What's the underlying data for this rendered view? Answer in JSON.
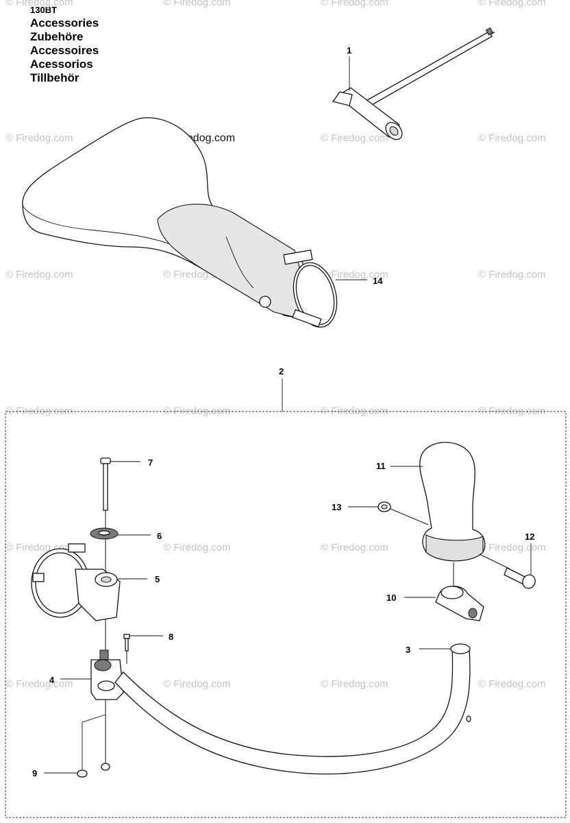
{
  "header": {
    "model": "130BT",
    "titles": [
      "Accessories",
      "Zubehöre",
      "Accessoires",
      "Acessorios",
      "Tillbehör"
    ]
  },
  "copyright": "© Firedog.com",
  "watermark": "© Firedog.com",
  "callouts": {
    "c1": "1",
    "c2": "2",
    "c3": "3",
    "c4": "4",
    "c5": "5",
    "c6": "6",
    "c7": "7",
    "c8": "8",
    "c9": "9",
    "c10": "10",
    "c11": "11",
    "c12": "12",
    "c13": "13",
    "c14": "14"
  },
  "parts": {
    "p1": "wrench",
    "p2": "handle-assembly-group",
    "p3": "handle-bar",
    "p4": "lower-clamp",
    "p5": "upper-clamp",
    "p6": "toothed-washer",
    "p7": "bolt",
    "p8": "screw",
    "p9": "nut",
    "p10": "grip-clamp",
    "p11": "handle-grip",
    "p12": "grip-screw",
    "p13": "grip-nut",
    "p14": "blower-nozzle"
  }
}
